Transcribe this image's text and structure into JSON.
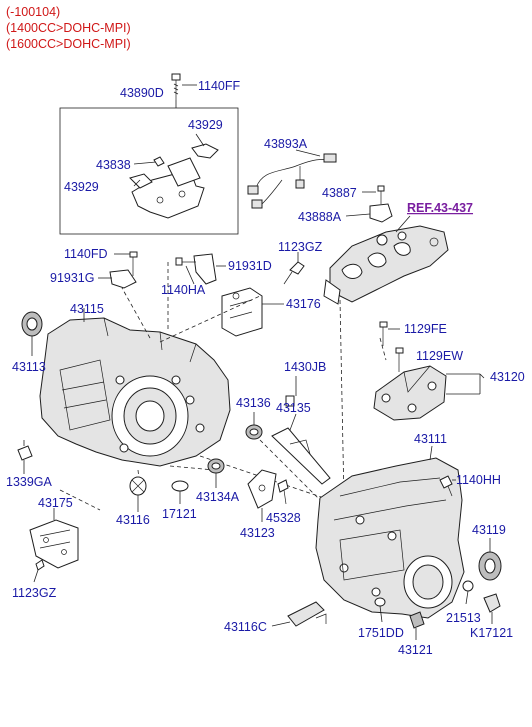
{
  "header": {
    "line1": "(-100104)",
    "line2": "(1400CC>DOHC-MPI)",
    "line3": "(1600CC>DOHC-MPI)"
  },
  "colors": {
    "label": "#1a1aa6",
    "header": "#d01818",
    "ref": "#7a1fa0"
  },
  "ref_label": "REF.43-437",
  "parts": {
    "p1140FF": "1140FF",
    "p43890D": "43890D",
    "p43929a": "43929",
    "p43838": "43838",
    "p43929b": "43929",
    "p43893A": "43893A",
    "p43887": "43887",
    "p43888A": "43888A",
    "p1140FD": "1140FD",
    "p91931G": "91931G",
    "p91931D": "91931D",
    "p1140HA": "1140HA",
    "p1123GZa": "1123GZ",
    "p43115": "43115",
    "p43176": "43176",
    "p43113": "43113",
    "p1129FE": "1129FE",
    "p1129EW": "1129EW",
    "p43120": "43120",
    "p1430JB": "1430JB",
    "p43136": "43136",
    "p43135": "43135",
    "p43111": "43111",
    "p1339GA": "1339GA",
    "p43134A": "43134A",
    "p1140HH": "1140HH",
    "p43175": "43175",
    "p43116": "43116",
    "p17121": "17121",
    "p45328": "45328",
    "p43123": "43123",
    "p43119": "43119",
    "p1123GZb": "1123GZ",
    "p21513": "21513",
    "p43116C": "43116C",
    "p1751DD": "1751DD",
    "pK17121": "K17121",
    "p43121": "43121"
  }
}
